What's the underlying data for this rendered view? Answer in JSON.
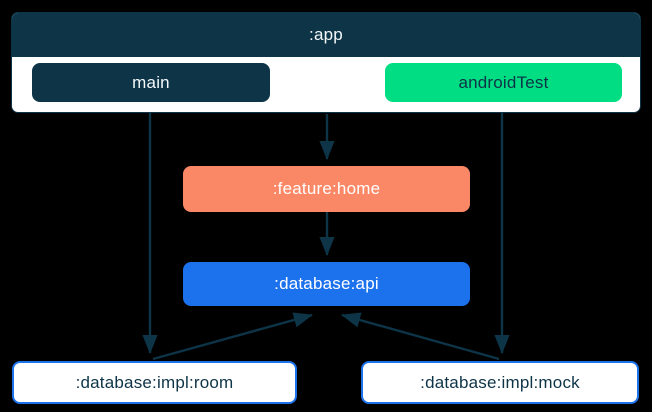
{
  "diagram": {
    "type": "dependency-graph",
    "background_color": "#000000",
    "cluster": {
      "label": ":app",
      "header_color": "#0d3447",
      "body_color": "#ffffff",
      "border_color": "#0d3447"
    },
    "nodes": [
      {
        "id": "main",
        "label": "main",
        "fill": "#0d3447",
        "text_color": "#f4f8fa"
      },
      {
        "id": "androidTest",
        "label": "androidTest",
        "fill": "#00dd82",
        "text_color": "#0d3447"
      },
      {
        "id": "feature_home",
        "label": ":feature:home",
        "fill": "#fa8765",
        "text_color": "#ffffff"
      },
      {
        "id": "database_api",
        "label": ":database:api",
        "fill": "#1c71ed",
        "text_color": "#ffffff"
      },
      {
        "id": "database_room",
        "label": ":database:impl:room",
        "fill": "#ffffff",
        "text_color": "#0d3447",
        "border": "#1c71ed"
      },
      {
        "id": "database_mock",
        "label": ":database:impl:mock",
        "fill": "#ffffff",
        "text_color": "#0d3447",
        "border": "#1c71ed"
      }
    ],
    "edges": [
      {
        "from": "main",
        "to": "database_room",
        "direction": "down"
      },
      {
        "from": "app",
        "to": "feature_home",
        "direction": "down"
      },
      {
        "from": "androidTest",
        "to": "database_mock",
        "direction": "down"
      },
      {
        "from": "feature_home",
        "to": "database_api",
        "direction": "down"
      },
      {
        "from": "database_room",
        "to": "database_api",
        "direction": "up"
      },
      {
        "from": "database_mock",
        "to": "database_api",
        "direction": "up"
      }
    ],
    "edge_color": "#0d3447"
  }
}
